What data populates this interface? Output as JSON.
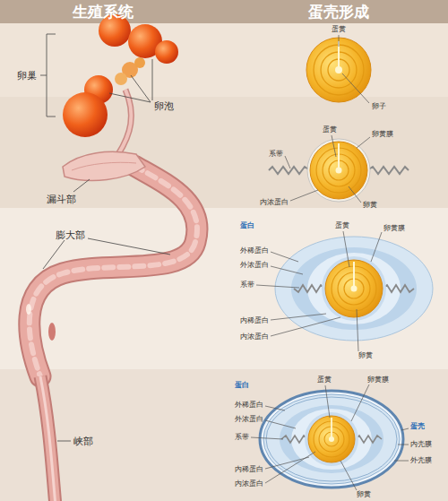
{
  "diagram": {
    "labels": [
      "生殖系统",
      "蛋壳形成",
      "卵巢",
      "卵泡",
      "漏斗部",
      "膨大部",
      "峡部",
      "蛋黄",
      "卵子",
      "蛋黄",
      "卵黄膜",
      "系带",
      "内浓蛋白",
      "卵黄",
      "蛋白",
      "外稀蛋白",
      "外浓蛋白",
      "系带",
      "内稀蛋白",
      "内浓蛋白",
      "蛋黄",
      "卵黄膜",
      "卵黄",
      "蛋白",
      "外稀蛋白",
      "外浓蛋白",
      "系带",
      "内稀蛋白",
      "内浓蛋白",
      "蛋黄",
      "卵黄膜",
      "蛋壳",
      "内壳膜",
      "外壳膜",
      "卵黄"
    ]
  }
}
